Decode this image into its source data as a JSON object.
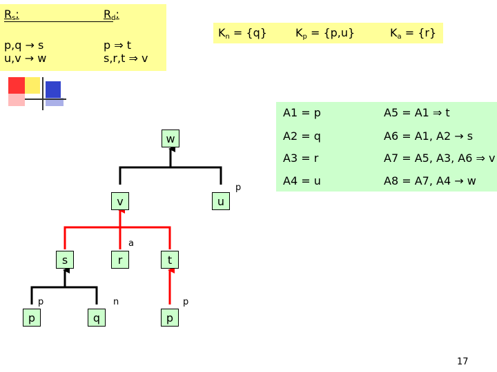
{
  "rules": {
    "strict_header": "Rs:",
    "defeasible_header": "Rd:",
    "strict_lines": [
      "p,q → s",
      "u,v → w"
    ],
    "defeasible_lines": [
      "p ⇒ t",
      "s,r,t ⇒ v"
    ]
  },
  "sets": {
    "kn": "Kn = {q}",
    "kp": "Kp = {p,u}",
    "ka": "Ka = {r}"
  },
  "arguments": [
    "A1 = p",
    "A5 = A1 ⇒ t",
    "A2 = q",
    "A6 = A1, A2 → s",
    "A3 = r",
    "A7 = A5, A3, A6 ⇒ v",
    "A4 = u",
    "A8 = A7, A4 → w"
  ],
  "tree": {
    "nodes": {
      "w": "w",
      "v": "v",
      "u": "u",
      "s": "s",
      "r": "r",
      "t": "t",
      "p_left": "p",
      "q": "q",
      "p_right": "p"
    },
    "tags": {
      "u_tag": "p",
      "r_tag": "a",
      "p_left_tag": "p",
      "q_tag": "n",
      "p_right_tag": "p"
    }
  },
  "colors": {
    "strict_edge": "#000000",
    "defeasible_edge": "#ff0000",
    "rules_bg": "#ffff99",
    "args_bg": "#ccffcc",
    "node_bg": "#ccffcc"
  },
  "page_number": "17"
}
